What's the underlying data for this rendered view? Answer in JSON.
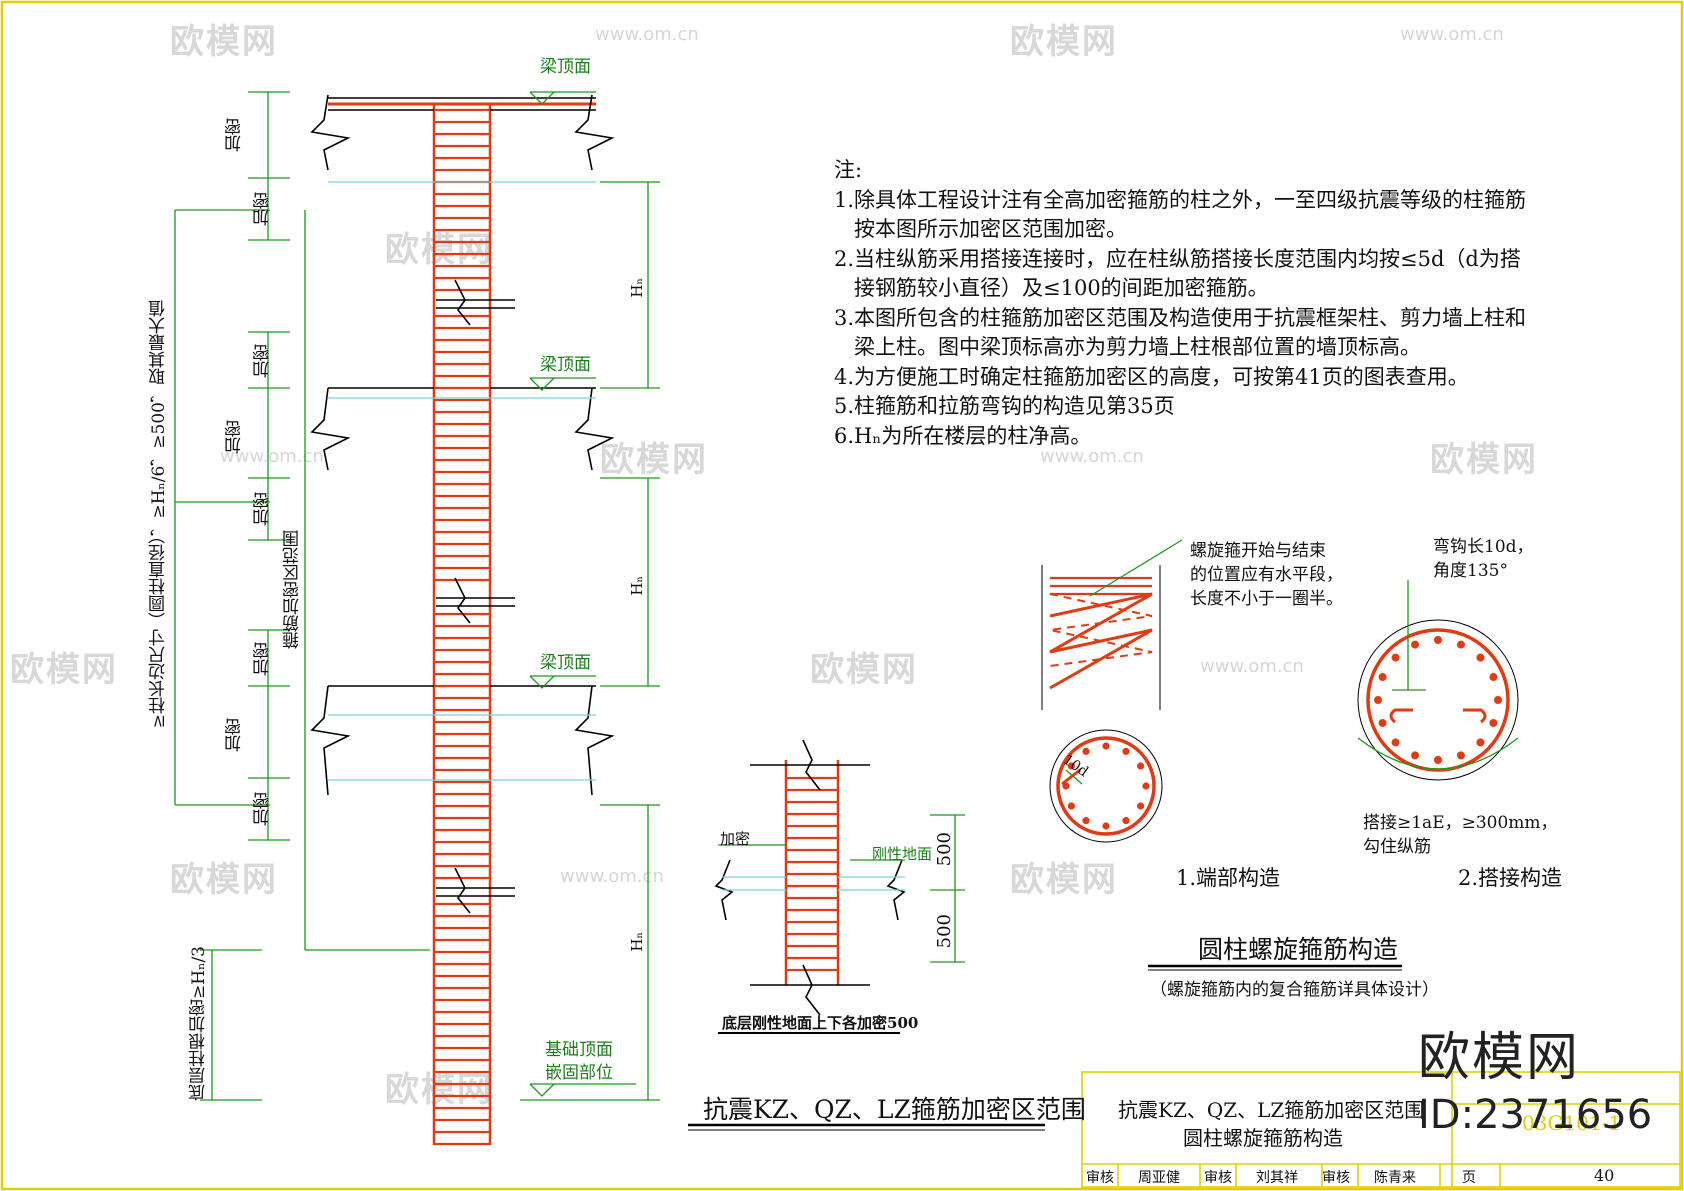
{
  "labels": {
    "beam_top": "梁顶面",
    "densify": "加密",
    "range_label": "≥柱长边尺寸（圆柱直径），≥Hₙ/6，≥500，取其最大值",
    "stirrup_zone": "箍筋加密区范围",
    "hn": "Hₙ",
    "foundation_top": "基础顶面",
    "embed_part": "嵌固部位",
    "base_root": "底层柱根加密≥Hₙ/3",
    "rigid_ground": "刚性地面",
    "dim_500": "500",
    "ground_note": "底层刚性地面上下各加密500",
    "main_title": "抗震KZ、QZ、LZ箍筋加密区范围"
  },
  "notes": {
    "heading": "注:",
    "items": [
      "1.除具体工程设计注有全高加密箍筋的柱之外，一至四级抗震等级的柱箍筋",
      "按本图所示加密区范围加密。",
      "2.当柱纵筋采用搭接连接时，应在柱纵筋搭接长度范围内均按≤5d（d为搭",
      "接钢筋较小直径）及≤100的间距加密箍筋。",
      "3.本图所包含的柱箍筋加密区范围及构造使用于抗震框架柱、剪力墙上柱和",
      "梁上柱。图中梁顶标高亦为剪力墙上柱根部位置的墙顶标高。",
      "4.为方便施工时确定柱箍筋加密区的高度，可按第41页的图表查用。",
      "5.柱箍筋和拉筋弯钩的构造见第35页",
      "6.Hₙ为所在楼层的柱净高。"
    ]
  },
  "spiral": {
    "note_lines": [
      "螺旋箍开始与结束",
      "的位置应有水平段，",
      "长度不小于一圈半。"
    ],
    "hook_lines": [
      "弯钩长10d，",
      "角度135°"
    ],
    "ten_d": "10d",
    "lap_lines": [
      "搭接≥1aE，≥300mm，",
      "勾住纵筋"
    ],
    "end_label": "1.端部构造",
    "lap_label": "2.搭接构造",
    "title": "圆柱螺旋箍筋构造",
    "subtitle": "（螺旋箍筋内的复合箍筋详具体设计）"
  },
  "title_block": {
    "line1": "抗震KZ、QZ、LZ箍筋加密区范围",
    "line2": "圆柱螺旋箍筋构造",
    "atlas_no": "03G101-1",
    "cells": [
      "审核",
      "周亚健",
      "审核",
      "刘其祥",
      "审核",
      "陈青来",
      "页"
    ],
    "page": "40"
  },
  "branding": {
    "logo_text": "欧模网",
    "id_text": "ID:2371656",
    "watermark": "欧模网",
    "watermark_url": "www.om.cn"
  },
  "colors": {
    "rebar": "#e23a12",
    "dims": "#1a9a1a",
    "frame": "#e0d000",
    "structure": "#000000"
  }
}
